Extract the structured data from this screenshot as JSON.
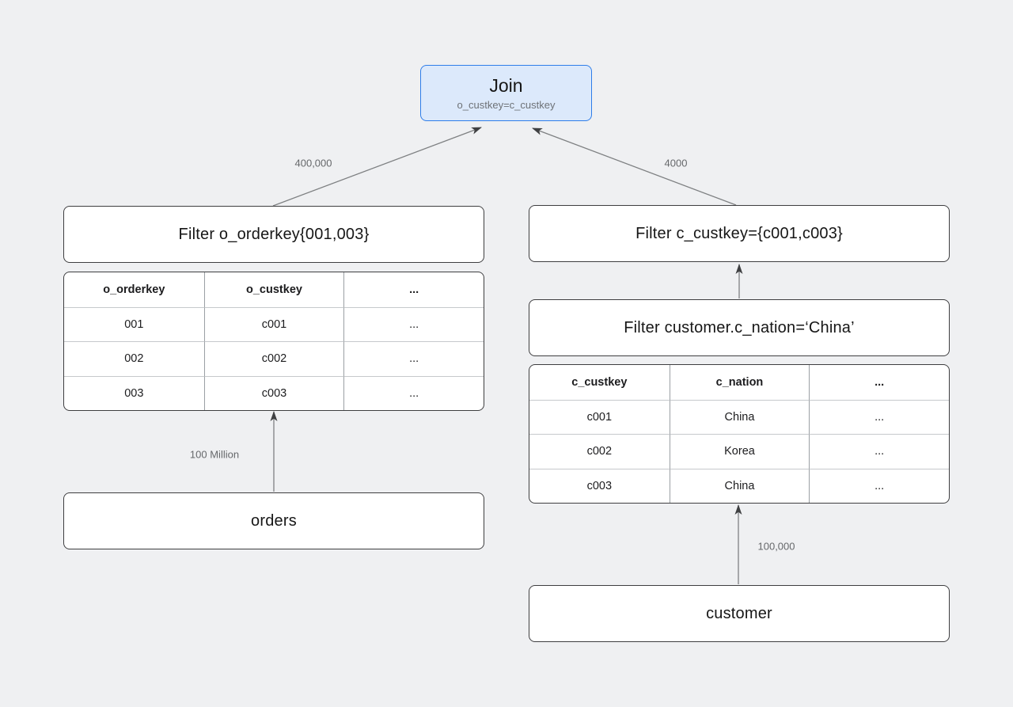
{
  "colors": {
    "background": "#eff0f2",
    "node_fill": "#ffffff",
    "node_border": "#3e3e40",
    "join_fill": "#dce9fb",
    "join_border": "#2e7de9",
    "edge_line": "#7e8082",
    "edge_label_text": "#66686b"
  },
  "join_node": {
    "title": "Join",
    "subtitle": "o_custkey=c_custkey"
  },
  "left": {
    "filter_label": "Filter o_orderkey{001,003}",
    "edge_to_join_label": "400,000",
    "edge_from_source_label": "100 Million",
    "source_label": "orders",
    "table": {
      "headers": [
        "o_orderkey",
        "o_custkey",
        "..."
      ],
      "rows": [
        [
          "001",
          "c001",
          "..."
        ],
        [
          "002",
          "c002",
          "..."
        ],
        [
          "003",
          "c003",
          "..."
        ]
      ]
    }
  },
  "right": {
    "filter_custkey_label": "Filter c_custkey={c001,c003}",
    "filter_nation_label": "Filter customer.c_nation=‘China’",
    "edge_to_join_label": "4000",
    "edge_from_source_label": "100,000",
    "source_label": "customer",
    "table": {
      "headers": [
        "c_custkey",
        "c_nation",
        "..."
      ],
      "rows": [
        [
          "c001",
          "China",
          "..."
        ],
        [
          "c002",
          "Korea",
          "..."
        ],
        [
          "c003",
          "China",
          "..."
        ]
      ]
    }
  }
}
